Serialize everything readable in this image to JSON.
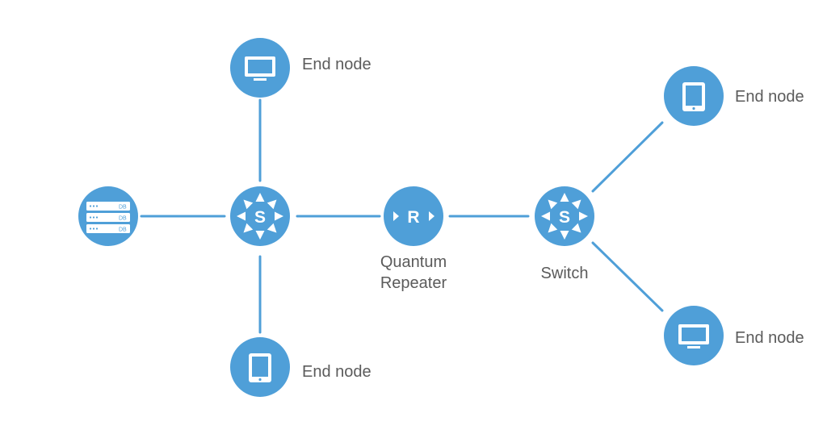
{
  "colors": {
    "node_fill": "#4f9fd8",
    "link": "#4f9fd8",
    "icon": "#ffffff",
    "label_text": "#5b5b5b",
    "background": "#ffffff"
  },
  "icons": {
    "top_end_node": "monitor-icon",
    "bottom_end_node": "tablet-icon",
    "database": "database-server-icon",
    "left_switch": "switch-icon",
    "repeater": "repeater-icon",
    "right_switch": "switch-icon",
    "right_top_end_node": "tablet-icon",
    "right_bottom_end_node": "monitor-icon"
  },
  "labels": {
    "top_end_node": "End node",
    "bottom_end_node": "End node",
    "right_top_end_node": "End node",
    "right_bottom_end_node": "End node",
    "repeater_line1": "Quantum",
    "repeater_line2": "Repeater",
    "right_switch": "Switch"
  },
  "glyphs": {
    "switch_letter": "S",
    "repeater_letter": "R",
    "db_text": "DB"
  }
}
